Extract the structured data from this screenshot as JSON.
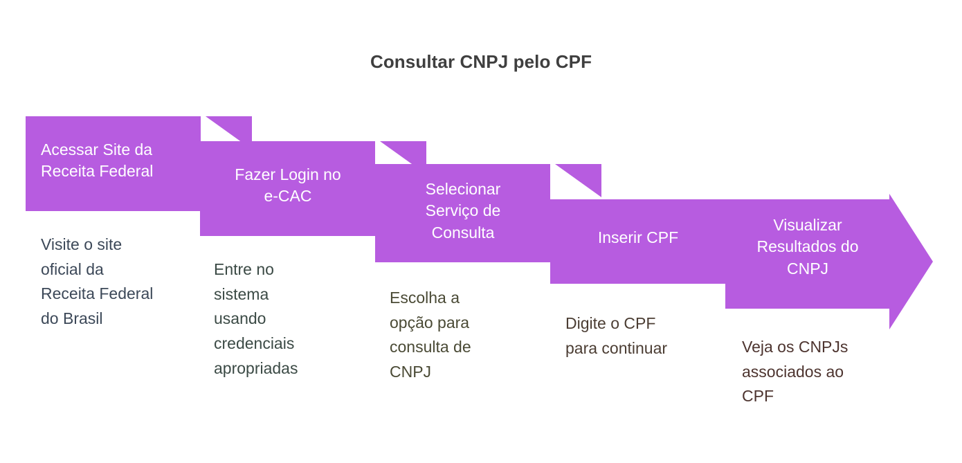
{
  "title": "Consultar CNPJ pelo CPF",
  "theme": {
    "banner_fill": "#b75ce0",
    "banner_fill_alt": "#b95ddf",
    "title_color": "#3f3f3f",
    "label_color": "#ffffff",
    "background": "#ffffff"
  },
  "steps": [
    {
      "index": 1,
      "label": "Acessar Site da\nReceita Federal",
      "caption": "Visite o site\noficial da\nReceita Federal\ndo Brasil",
      "caption_color": "#3c4858",
      "align": "left"
    },
    {
      "index": 2,
      "label": "Fazer Login no\ne-CAC",
      "caption": "Entre no\nsistema\nusando\ncredenciais\napropriadas",
      "caption_color": "#3b4a45",
      "align": "center"
    },
    {
      "index": 3,
      "label": "Selecionar\nServiço de\nConsulta",
      "caption": "Escolha a\nopção para\nconsulta de\nCNPJ",
      "caption_color": "#4a4a35",
      "align": "center"
    },
    {
      "index": 4,
      "label": "Inserir CPF",
      "caption": "Digite o CPF\npara continuar",
      "caption_color": "#4b3d33",
      "align": "center"
    },
    {
      "index": 5,
      "label": "Visualizar\nResultados do\nCNPJ",
      "caption": "Veja os CNPJs\nassociados ao\nCPF",
      "caption_color": "#4d342f",
      "align": "center"
    }
  ]
}
